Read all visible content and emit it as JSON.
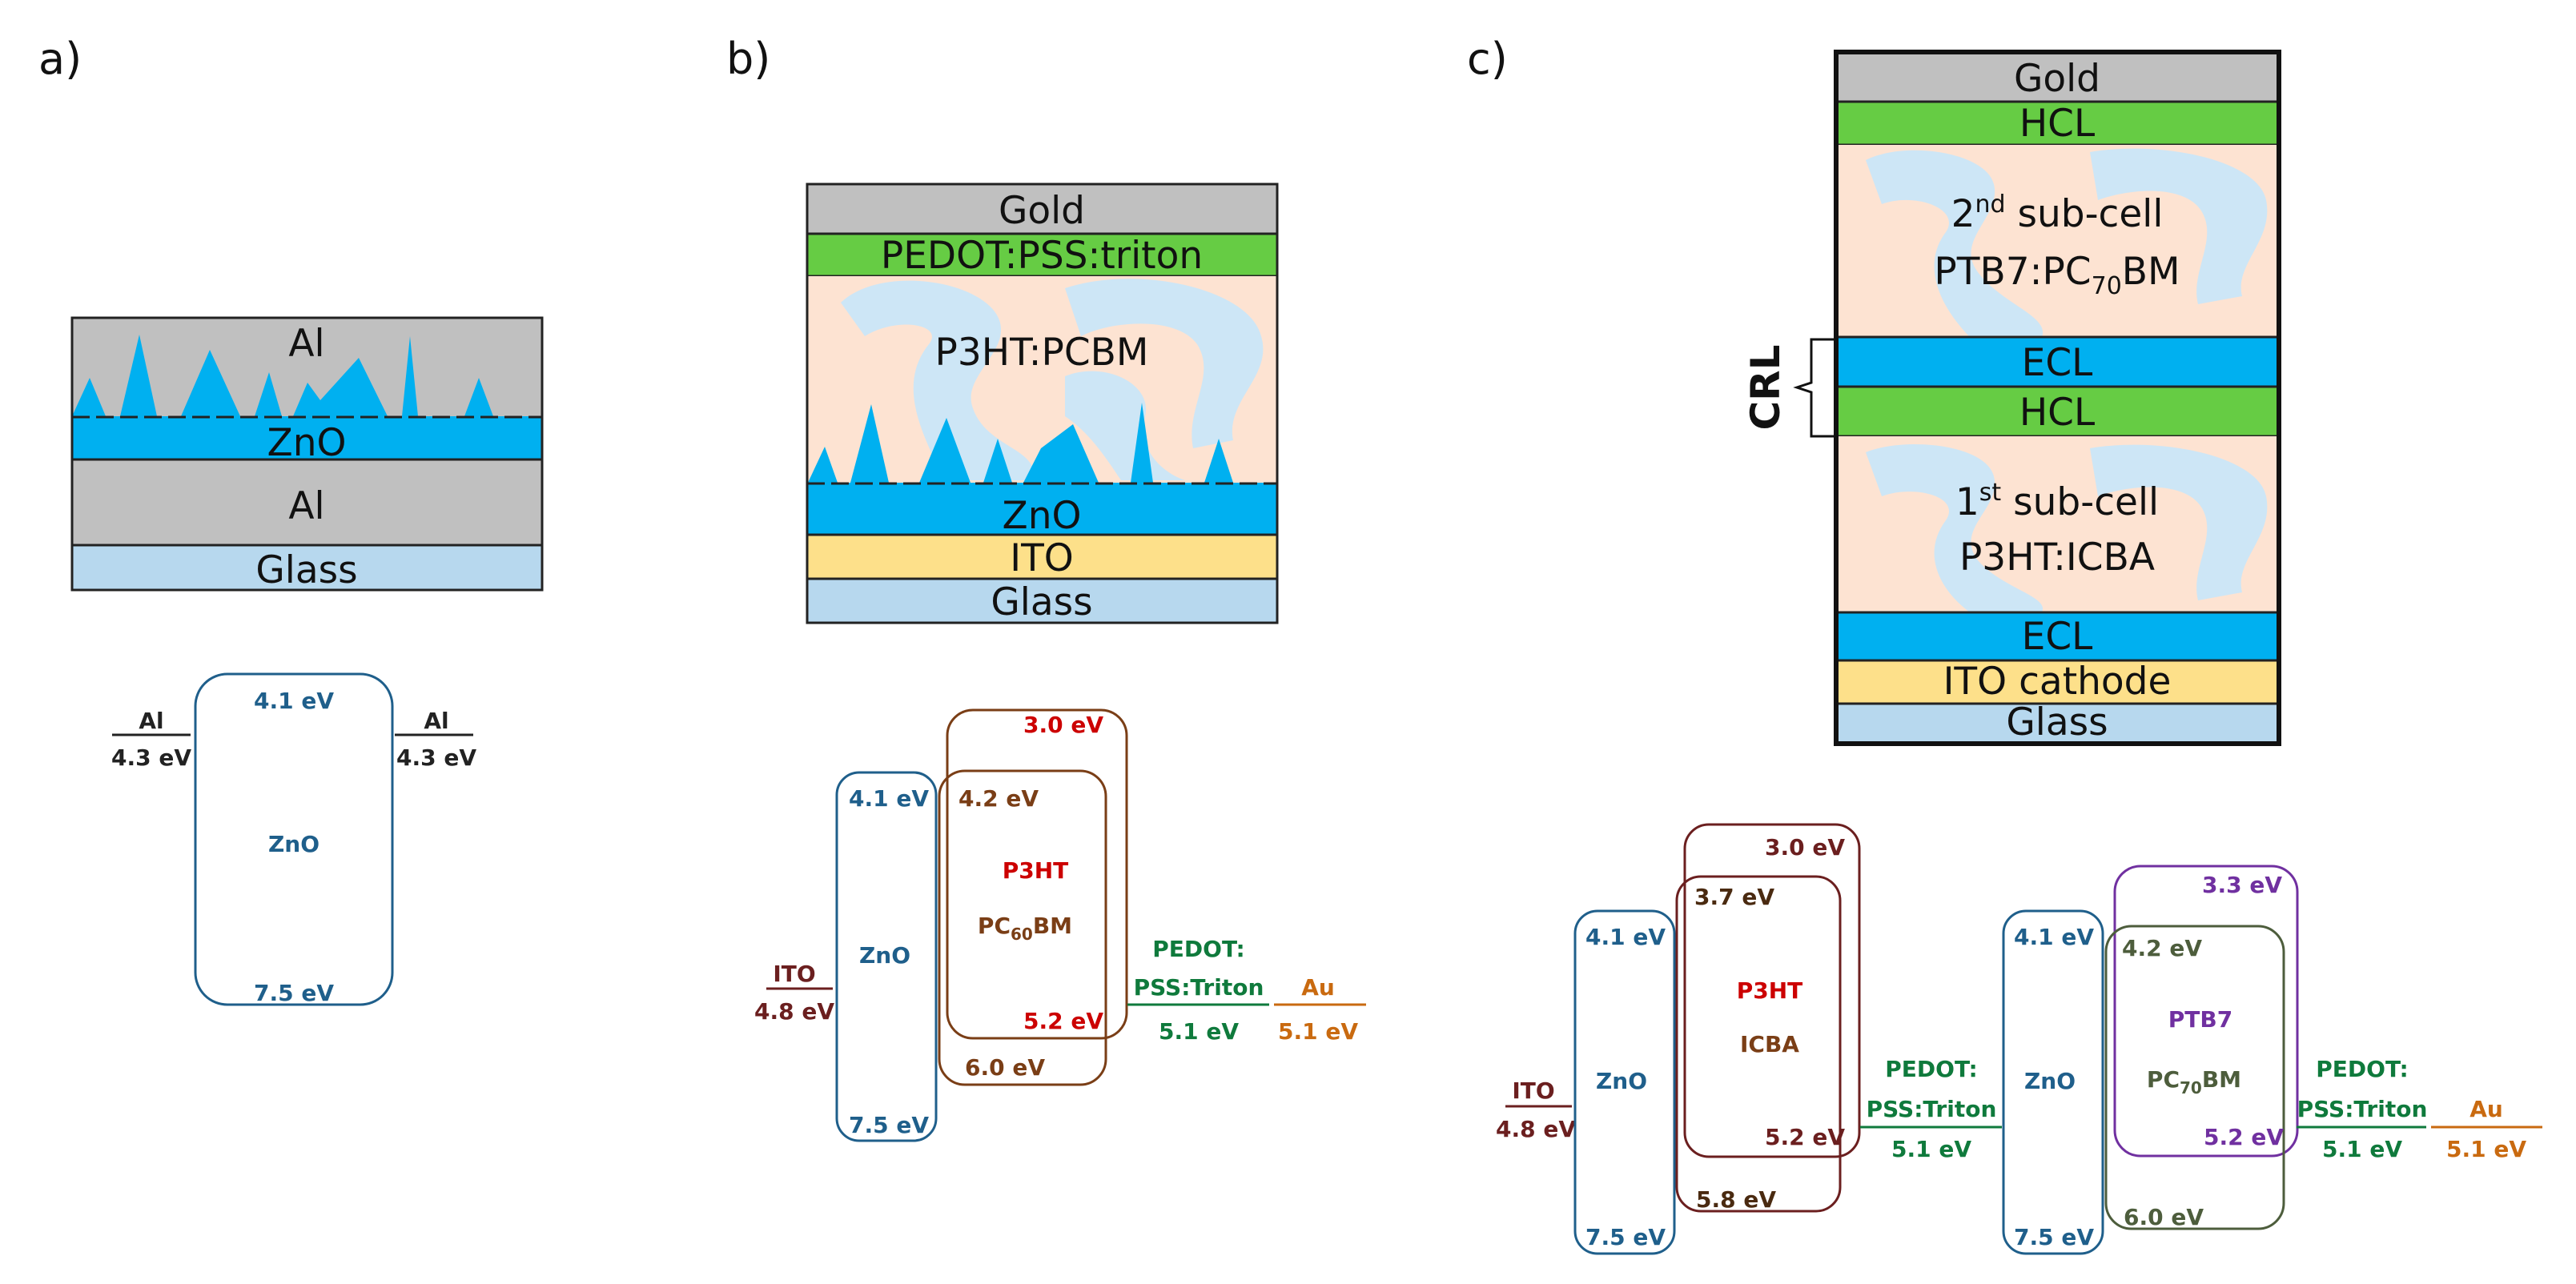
{
  "colors": {
    "gray": "#c0c0c0",
    "zno_blue": "#00b0f0",
    "glass_blue": "#b7d8ee",
    "green": "#66cc44",
    "ito_yellow": "#fde08a",
    "active_peach": "#fde3d2",
    "blob_blue": "#cde6f6",
    "zno_text": "#1f5f8b",
    "red": "#cc0000",
    "brown": "#7a3e16",
    "dark_red": "#6b1f1f",
    "pedot_green": "#0f7a3c",
    "au_orange": "#c96a10",
    "purple": "#7030a0",
    "olive": "#4d5d3c"
  },
  "panel_a": {
    "label": "a)",
    "layers": {
      "al_top": "Al",
      "zno": "ZnO",
      "al_bottom": "Al",
      "glass": "Glass"
    },
    "band": {
      "left_metal": "Al",
      "left_metal_ev": "4.3 eV",
      "right_metal": "Al",
      "right_metal_ev": "4.3 eV",
      "zno_top_ev": "4.1 eV",
      "zno_label": "ZnO",
      "zno_bottom_ev": "7.5 eV"
    }
  },
  "panel_b": {
    "label": "b)",
    "layers": {
      "gold": "Gold",
      "pedot": "PEDOT:PSS:triton",
      "active": "P3HT:PCBM",
      "zno": "ZnO",
      "ito": "ITO",
      "glass": "Glass"
    },
    "band": {
      "ito": "ITO",
      "ito_ev": "4.8 eV",
      "zno_top_ev": "4.1 eV",
      "zno_label": "ZnO",
      "zno_bottom_ev": "7.5 eV",
      "p3ht_top_ev": "3.0 eV",
      "p3ht_label": "P3HT",
      "p3ht_bottom_ev": "5.2 eV",
      "pcbm_top_ev": "4.2 eV",
      "pcbm_label_pre": "PC",
      "pcbm_label_sub": "60",
      "pcbm_label_post": "BM",
      "pcbm_bottom_ev": "6.0 eV",
      "pedot_line1": "PEDOT:",
      "pedot_line2": "PSS:Triton",
      "pedot_ev": "5.1 eV",
      "au": "Au",
      "au_ev": "5.1 eV"
    }
  },
  "panel_c": {
    "label": "c)",
    "crl_label": "CRL",
    "layers": {
      "gold": "Gold",
      "hcl_top": "HCL",
      "cell2_line1_pre": "2",
      "cell2_line1_sup": "nd",
      "cell2_line1_post": " sub-cell",
      "cell2_line2_pre": "PTB7:PC",
      "cell2_line2_sub": "70",
      "cell2_line2_post": "BM",
      "ecl_mid": "ECL",
      "hcl_mid": "HCL",
      "cell1_line1_pre": "1",
      "cell1_line1_sup": "st",
      "cell1_line1_post": " sub-cell",
      "cell1_line2": "P3HT:ICBA",
      "ecl_bottom": "ECL",
      "ito": "ITO cathode",
      "glass": "Glass"
    },
    "band": {
      "ito": "ITO",
      "ito_ev": "4.8 eV",
      "zno1_top_ev": "4.1 eV",
      "zno1_label": "ZnO",
      "zno1_bottom_ev": "7.5 eV",
      "p3ht_top_ev": "3.0 eV",
      "p3ht_label": "P3HT",
      "p3ht_bottom_ev": "5.2 eV",
      "icba_top_ev": "3.7 eV",
      "icba_label": "ICBA",
      "icba_bottom_ev": "5.8 eV",
      "pedot1_line1": "PEDOT:",
      "pedot1_line2": "PSS:Triton",
      "pedot1_ev": "5.1 eV",
      "zno2_top_ev": "4.1 eV",
      "zno2_label": "ZnO",
      "zno2_bottom_ev": "7.5 eV",
      "ptb7_top_ev": "3.3 eV",
      "ptb7_label": "PTB7",
      "ptb7_bottom_ev": "5.2 eV",
      "pc70_top_ev": "4.2 eV",
      "pc70_label_pre": "PC",
      "pc70_label_sub": "70",
      "pc70_label_post": "BM",
      "pc70_bottom_ev": "6.0 eV",
      "pedot2_line1": "PEDOT:",
      "pedot2_line2": "PSS:Triton",
      "pedot2_ev": "5.1 eV",
      "au": "Au",
      "au_ev": "5.1 eV"
    }
  }
}
